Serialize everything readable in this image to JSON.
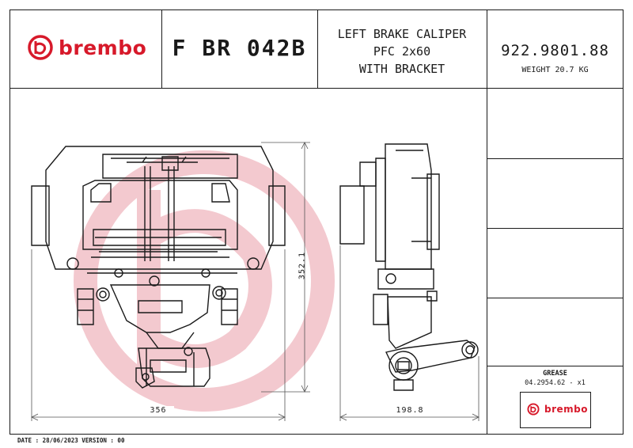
{
  "header": {
    "brand": "brembo",
    "code": "F BR 042B",
    "description_lines": [
      "LEFT BRAKE CALIPER",
      "PFC 2x60",
      "WITH BRACKET"
    ],
    "part_number": "922.9801.88",
    "weight": "WEIGHT 20.7 KG"
  },
  "drawing": {
    "height_dim": "352.1",
    "front_width_dim": "356",
    "side_width_dim": "198.8"
  },
  "grease": {
    "label": "GREASE",
    "spec": "04.2954.62 - x1"
  },
  "footer": {
    "brand": "brembo",
    "date_line": "DATE : 28/06/2023 VERSION : 00"
  },
  "colors": {
    "brand_red": "#d7192a",
    "watermark": "#f3c9cf",
    "line": "#1a1a1a"
  }
}
